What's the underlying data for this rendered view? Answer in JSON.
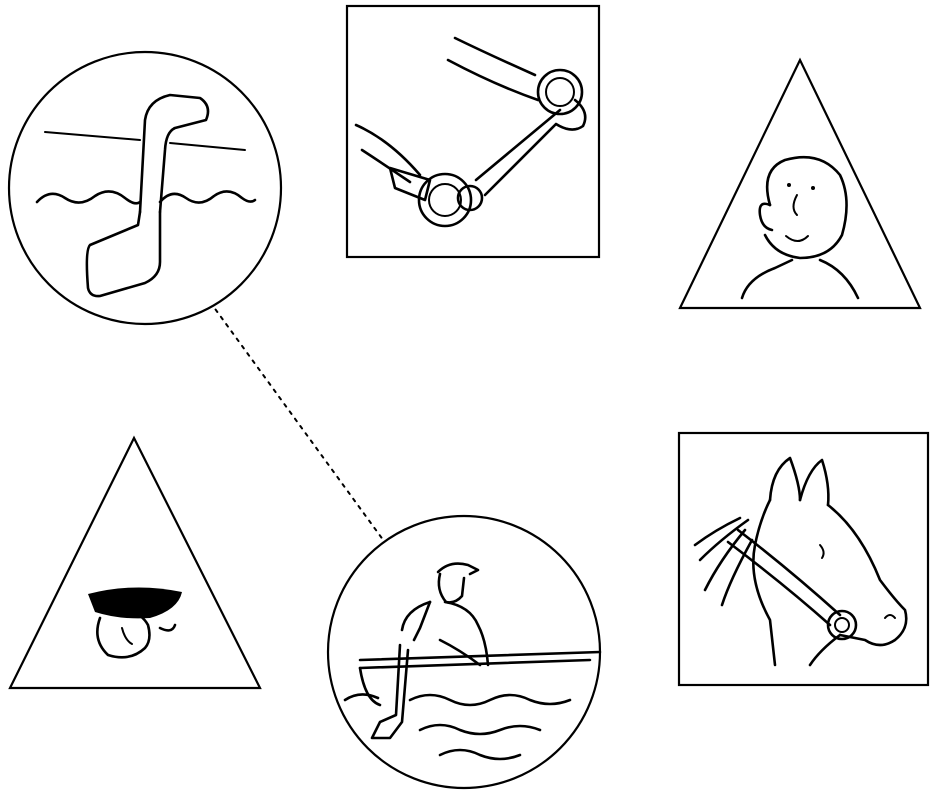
{
  "diagram": {
    "shapes": [
      {
        "id": "oar-circle",
        "shape": "circle",
        "depicts": "oar-blade-in-water"
      },
      {
        "id": "bit-square",
        "shape": "square",
        "depicts": "bridle-bit-rings"
      },
      {
        "id": "face-triangle",
        "shape": "triangle",
        "depicts": "smiling-boy-face"
      },
      {
        "id": "tongue-triangle",
        "shape": "triangle",
        "depicts": "tongue-out-mouth"
      },
      {
        "id": "rower-circle",
        "shape": "circle",
        "depicts": "man-rowing-boat"
      },
      {
        "id": "horse-square",
        "shape": "square",
        "depicts": "horse-head-with-bridle"
      }
    ],
    "connections": [
      {
        "from": "oar-circle",
        "to": "rower-circle",
        "style": "dotted"
      }
    ],
    "colors": {
      "ink": "#000000",
      "background": "#ffffff"
    }
  }
}
